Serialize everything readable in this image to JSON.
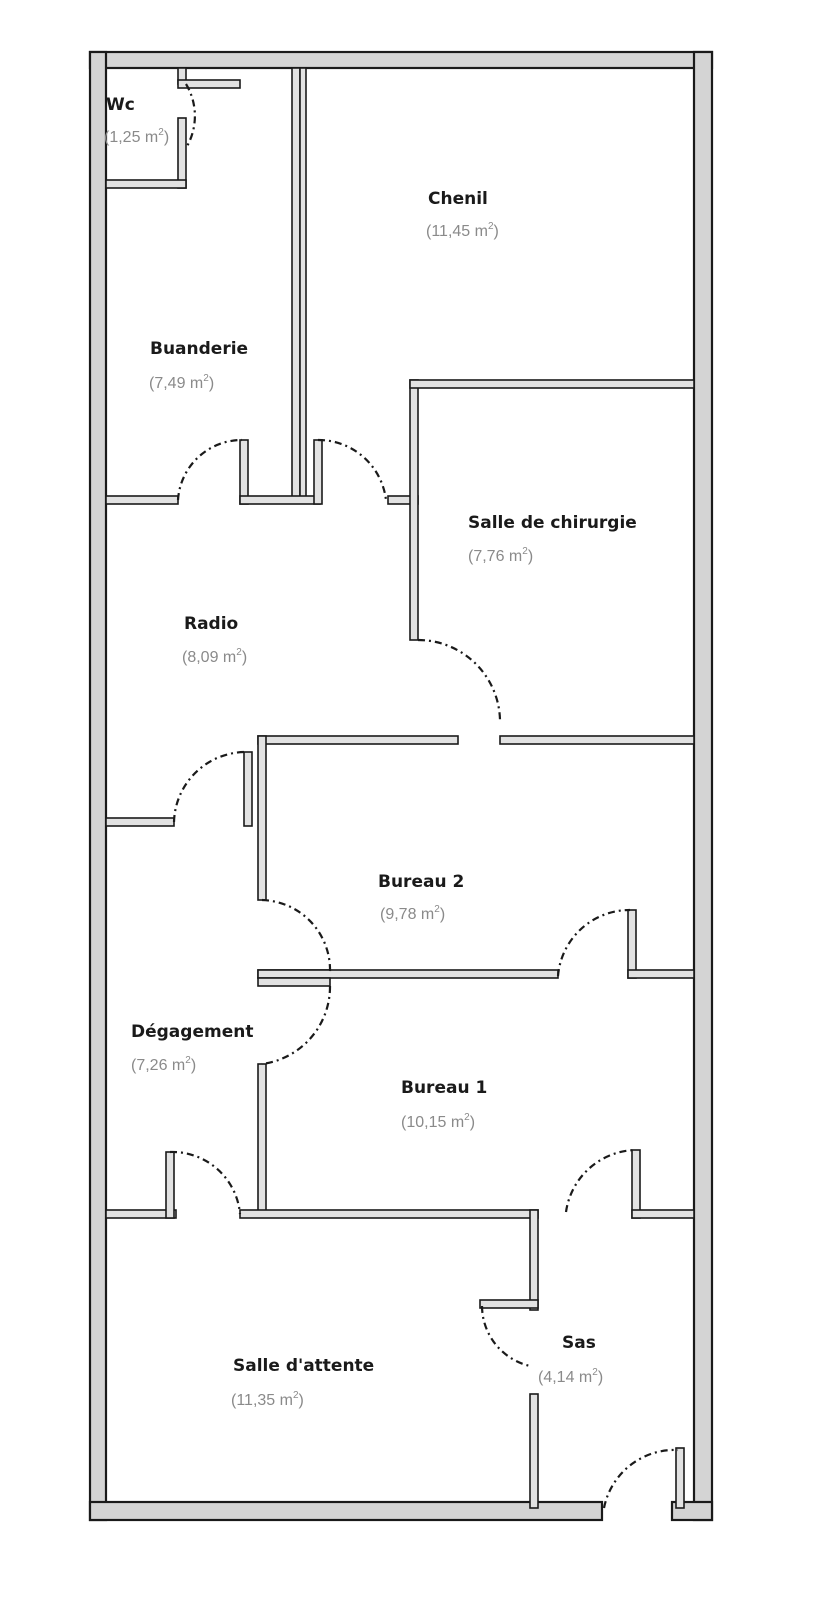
{
  "plan": {
    "unit": "m",
    "unit_exponent": "2",
    "rooms": [
      {
        "id": "wc",
        "name": "Wc",
        "area": "1,25"
      },
      {
        "id": "chenil",
        "name": "Chenil",
        "area": "11,45"
      },
      {
        "id": "buanderie",
        "name": "Buanderie",
        "area": "7,49"
      },
      {
        "id": "salle-de-chirurgie",
        "name": "Salle de chirurgie",
        "area": "7,76"
      },
      {
        "id": "radio",
        "name": "Radio",
        "area": "8,09"
      },
      {
        "id": "bureau-2",
        "name": "Bureau 2",
        "area": "9,78"
      },
      {
        "id": "degagement",
        "name": "Dégagement",
        "area": "7,26"
      },
      {
        "id": "bureau-1",
        "name": "Bureau 1",
        "area": "10,15"
      },
      {
        "id": "salle-d-attente",
        "name": "Salle d'attente",
        "area": "11,35"
      },
      {
        "id": "sas",
        "name": "Sas",
        "area": "4,14"
      }
    ]
  }
}
